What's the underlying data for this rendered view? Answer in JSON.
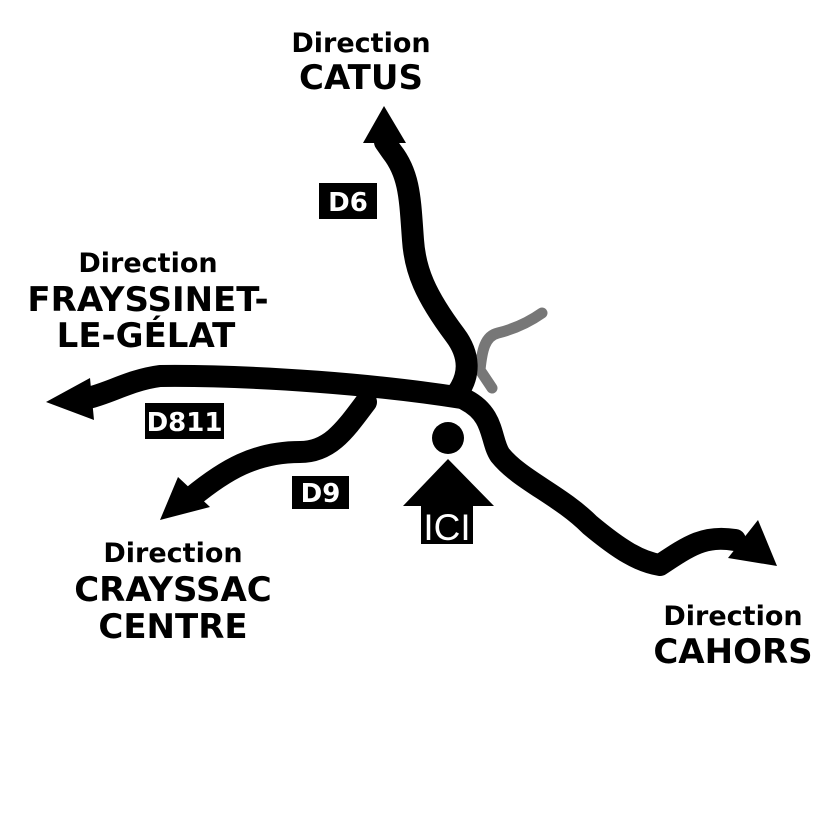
{
  "colors": {
    "road": "#000000",
    "minor_road": "#777777",
    "background": "#ffffff",
    "badge_text": "#ffffff"
  },
  "destinations": {
    "north": {
      "prefix": "Direction",
      "lines": [
        "CATUS"
      ]
    },
    "west": {
      "prefix": "Direction",
      "lines": [
        "FRAYSSINET-",
        "LE-GÉLAT"
      ]
    },
    "southwest": {
      "prefix": "Direction",
      "lines": [
        "CRAYSSAC",
        "CENTRE"
      ]
    },
    "southeast": {
      "prefix": "Direction",
      "lines": [
        "CAHORS"
      ]
    }
  },
  "roads": {
    "north": "D6",
    "west": "D811",
    "southwest": "D9"
  },
  "you_are_here": {
    "label": "ICI",
    "icon": "arrow-up-icon"
  }
}
